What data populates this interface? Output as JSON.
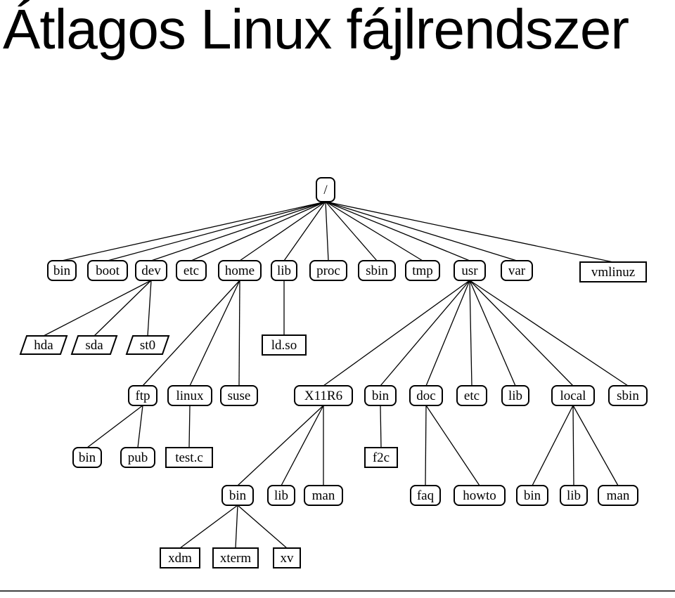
{
  "title": "Átlagos Linux fájlrendszer",
  "nodes": {
    "root": {
      "label": "/",
      "shape": "rounded"
    },
    "bin": {
      "label": "bin",
      "shape": "rounded"
    },
    "boot": {
      "label": "boot",
      "shape": "rounded"
    },
    "dev": {
      "label": "dev",
      "shape": "rounded"
    },
    "etc": {
      "label": "etc",
      "shape": "rounded"
    },
    "home": {
      "label": "home",
      "shape": "rounded"
    },
    "lib": {
      "label": "lib",
      "shape": "rounded"
    },
    "proc": {
      "label": "proc",
      "shape": "rounded"
    },
    "sbin": {
      "label": "sbin",
      "shape": "rounded"
    },
    "tmp": {
      "label": "tmp",
      "shape": "rounded"
    },
    "usr": {
      "label": "usr",
      "shape": "rounded"
    },
    "var": {
      "label": "var",
      "shape": "rounded"
    },
    "vmlinuz": {
      "label": "vmlinuz",
      "shape": "rect"
    },
    "hda": {
      "label": "hda",
      "shape": "parallelogram"
    },
    "sda": {
      "label": "sda",
      "shape": "parallelogram"
    },
    "st0": {
      "label": "st0",
      "shape": "parallelogram"
    },
    "ldso": {
      "label": "ld.so",
      "shape": "rect"
    },
    "ftp": {
      "label": "ftp",
      "shape": "rounded"
    },
    "linux": {
      "label": "linux",
      "shape": "rounded"
    },
    "suse": {
      "label": "suse",
      "shape": "rounded"
    },
    "ftp_bin": {
      "label": "bin",
      "shape": "rounded"
    },
    "pub": {
      "label": "pub",
      "shape": "rounded"
    },
    "testc": {
      "label": "test.c",
      "shape": "rect"
    },
    "x11r6": {
      "label": "X11R6",
      "shape": "rounded"
    },
    "usr_bin": {
      "label": "bin",
      "shape": "rounded"
    },
    "doc": {
      "label": "doc",
      "shape": "rounded"
    },
    "usr_etc": {
      "label": "etc",
      "shape": "rounded"
    },
    "usr_lib": {
      "label": "lib",
      "shape": "rounded"
    },
    "local": {
      "label": "local",
      "shape": "rounded"
    },
    "usr_sbin": {
      "label": "sbin",
      "shape": "rounded"
    },
    "f2c": {
      "label": "f2c",
      "shape": "rect"
    },
    "x_bin": {
      "label": "bin",
      "shape": "rounded"
    },
    "x_lib": {
      "label": "lib",
      "shape": "rounded"
    },
    "x_man": {
      "label": "man",
      "shape": "rounded"
    },
    "faq": {
      "label": "faq",
      "shape": "rounded"
    },
    "howto": {
      "label": "howto",
      "shape": "rounded"
    },
    "l_bin": {
      "label": "bin",
      "shape": "rounded"
    },
    "l_lib": {
      "label": "lib",
      "shape": "rounded"
    },
    "l_man": {
      "label": "man",
      "shape": "rounded"
    },
    "xdm": {
      "label": "xdm",
      "shape": "rect"
    },
    "xterm": {
      "label": "xterm",
      "shape": "rect"
    },
    "xv": {
      "label": "xv",
      "shape": "rect"
    }
  },
  "edges": [
    [
      "root",
      "bin"
    ],
    [
      "root",
      "boot"
    ],
    [
      "root",
      "dev"
    ],
    [
      "root",
      "etc"
    ],
    [
      "root",
      "home"
    ],
    [
      "root",
      "lib"
    ],
    [
      "root",
      "proc"
    ],
    [
      "root",
      "sbin"
    ],
    [
      "root",
      "tmp"
    ],
    [
      "root",
      "usr"
    ],
    [
      "root",
      "var"
    ],
    [
      "root",
      "vmlinuz"
    ],
    [
      "dev",
      "hda"
    ],
    [
      "dev",
      "sda"
    ],
    [
      "dev",
      "st0"
    ],
    [
      "home",
      "ftp"
    ],
    [
      "home",
      "linux"
    ],
    [
      "home",
      "suse"
    ],
    [
      "lib",
      "ldso"
    ],
    [
      "ftp",
      "ftp_bin"
    ],
    [
      "ftp",
      "pub"
    ],
    [
      "linux",
      "testc"
    ],
    [
      "usr",
      "x11r6"
    ],
    [
      "usr",
      "usr_bin"
    ],
    [
      "usr",
      "doc"
    ],
    [
      "usr",
      "usr_etc"
    ],
    [
      "usr",
      "usr_lib"
    ],
    [
      "usr",
      "local"
    ],
    [
      "usr",
      "usr_sbin"
    ],
    [
      "usr_bin",
      "f2c"
    ],
    [
      "x11r6",
      "x_bin"
    ],
    [
      "x11r6",
      "x_lib"
    ],
    [
      "x11r6",
      "x_man"
    ],
    [
      "doc",
      "faq"
    ],
    [
      "doc",
      "howto"
    ],
    [
      "local",
      "l_bin"
    ],
    [
      "local",
      "l_lib"
    ],
    [
      "local",
      "l_man"
    ],
    [
      "x_bin",
      "xdm"
    ],
    [
      "x_bin",
      "xterm"
    ],
    [
      "x_bin",
      "xv"
    ]
  ]
}
